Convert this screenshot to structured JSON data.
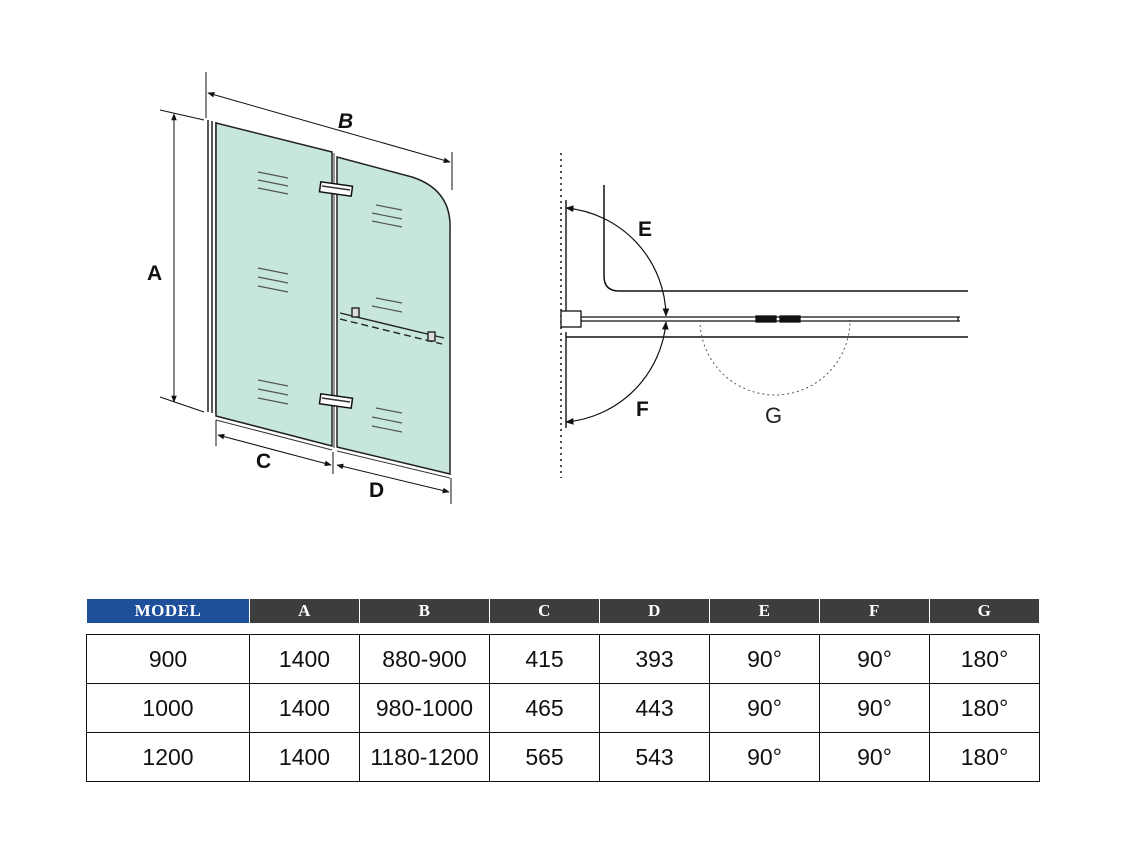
{
  "diagram": {
    "labels": {
      "a": "A",
      "b": "B",
      "c": "C",
      "d": "D",
      "e": "E",
      "f": "F",
      "g": "G"
    }
  },
  "table": {
    "headers": [
      "MODEL",
      "A",
      "B",
      "C",
      "D",
      "E",
      "F",
      "G"
    ],
    "rows": [
      [
        "900",
        "1400",
        "880-900",
        "415",
        "393",
        "90°",
        "90°",
        "180°"
      ],
      [
        "1000",
        "1400",
        "980-1000",
        "465",
        "443",
        "90°",
        "90°",
        "180°"
      ],
      [
        "1200",
        "1400",
        "1180-1200",
        "565",
        "543",
        "90°",
        "90°",
        "180°"
      ]
    ]
  },
  "colors": {
    "glass": "#c6e6de",
    "model_header": "#1d4f9a",
    "header": "#3d3d3d"
  }
}
